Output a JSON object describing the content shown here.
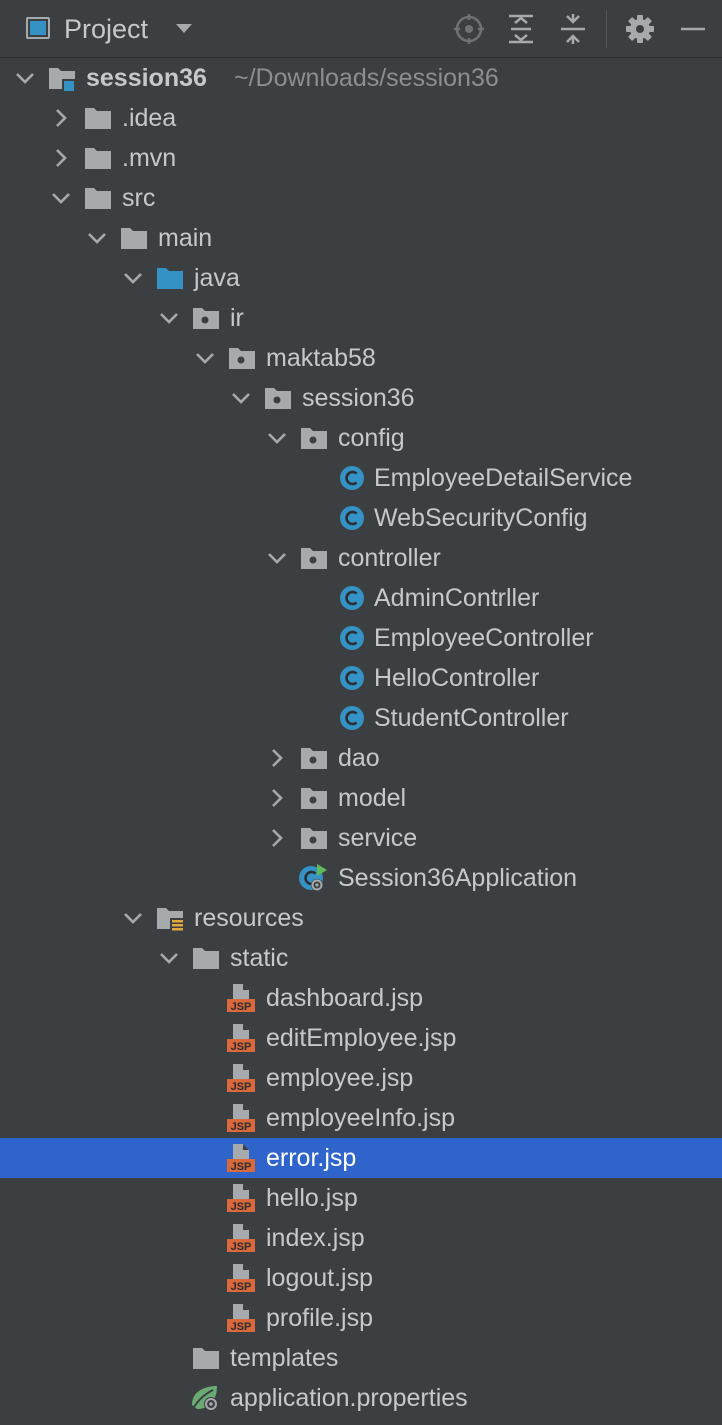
{
  "header": {
    "title": "Project",
    "tools": [
      "locate-icon",
      "expand-all-icon",
      "collapse-all-icon",
      "gear-icon",
      "hide-icon"
    ]
  },
  "tree": {
    "items": [
      {
        "label": "session36",
        "path": "~/Downloads/session36",
        "level": 0,
        "expanded": true,
        "icon": "module-folder-icon",
        "bold": true
      },
      {
        "label": ".idea",
        "level": 1,
        "expanded": false,
        "icon": "folder-icon"
      },
      {
        "label": ".mvn",
        "level": 1,
        "expanded": false,
        "icon": "folder-icon"
      },
      {
        "label": "src",
        "level": 1,
        "expanded": true,
        "icon": "folder-icon"
      },
      {
        "label": "main",
        "level": 2,
        "expanded": true,
        "icon": "folder-icon"
      },
      {
        "label": "java",
        "level": 3,
        "expanded": true,
        "icon": "source-root-folder-icon"
      },
      {
        "label": "ir",
        "level": 4,
        "expanded": true,
        "icon": "package-icon"
      },
      {
        "label": "maktab58",
        "level": 5,
        "expanded": true,
        "icon": "package-icon"
      },
      {
        "label": "session36",
        "level": 6,
        "expanded": true,
        "icon": "package-icon"
      },
      {
        "label": "config",
        "level": 7,
        "expanded": true,
        "icon": "package-icon"
      },
      {
        "label": "EmployeeDetailService",
        "level": 8,
        "icon": "java-class-icon"
      },
      {
        "label": "WebSecurityConfig",
        "level": 8,
        "icon": "java-class-icon"
      },
      {
        "label": "controller",
        "level": 7,
        "expanded": true,
        "icon": "package-icon"
      },
      {
        "label": "AdminContrller",
        "level": 8,
        "icon": "java-class-icon"
      },
      {
        "label": "EmployeeController",
        "level": 8,
        "icon": "java-class-icon"
      },
      {
        "label": "HelloController",
        "level": 8,
        "icon": "java-class-icon"
      },
      {
        "label": "StudentController",
        "level": 8,
        "icon": "java-class-icon"
      },
      {
        "label": "dao",
        "level": 7,
        "expanded": false,
        "icon": "package-icon"
      },
      {
        "label": "model",
        "level": 7,
        "expanded": false,
        "icon": "package-icon"
      },
      {
        "label": "service",
        "level": 7,
        "expanded": false,
        "icon": "package-icon"
      },
      {
        "label": "Session36Application",
        "level": 7,
        "icon": "spring-boot-app-icon"
      },
      {
        "label": "resources",
        "level": 3,
        "expanded": true,
        "icon": "resources-folder-icon"
      },
      {
        "label": "static",
        "level": 4,
        "expanded": true,
        "icon": "folder-icon"
      },
      {
        "label": "dashboard.jsp",
        "level": 5,
        "icon": "jsp-file-icon"
      },
      {
        "label": "editEmployee.jsp",
        "level": 5,
        "icon": "jsp-file-icon"
      },
      {
        "label": "employee.jsp",
        "level": 5,
        "icon": "jsp-file-icon"
      },
      {
        "label": "employeeInfo.jsp",
        "level": 5,
        "icon": "jsp-file-icon"
      },
      {
        "label": "error.jsp",
        "level": 5,
        "icon": "jsp-file-icon",
        "selected": true
      },
      {
        "label": "hello.jsp",
        "level": 5,
        "icon": "jsp-file-icon"
      },
      {
        "label": "index.jsp",
        "level": 5,
        "icon": "jsp-file-icon"
      },
      {
        "label": "logout.jsp",
        "level": 5,
        "icon": "jsp-file-icon"
      },
      {
        "label": "profile.jsp",
        "level": 5,
        "icon": "jsp-file-icon"
      },
      {
        "label": "templates",
        "level": 4,
        "icon": "folder-icon"
      },
      {
        "label": "application.properties",
        "level": 4,
        "icon": "spring-properties-icon"
      }
    ]
  },
  "colors": {
    "background": "#3c3f41",
    "text": "#c6c8ca",
    "selection": "#2f65ca",
    "class_icon": "#3592c4",
    "jsp_badge": "#d9693b",
    "source_root": "#3592c4",
    "spring_green": "#6aab73"
  }
}
